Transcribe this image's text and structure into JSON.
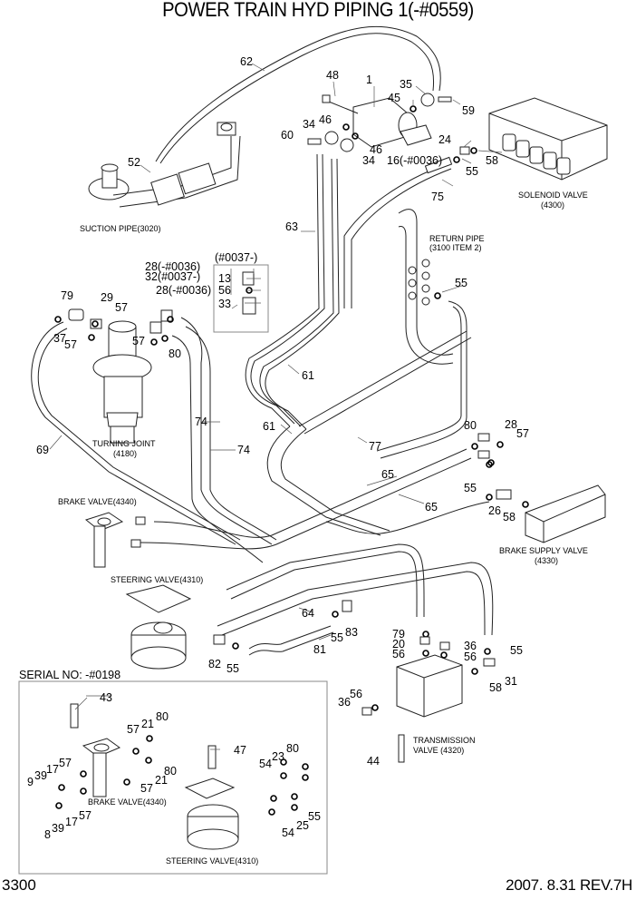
{
  "title": "POWER TRAIN HYD PIPING 1(-#0559)",
  "footer": {
    "page": "3300",
    "revision": "2007. 8.31  REV.7H"
  },
  "captions": {
    "suction_pipe": "SUCTION PIPE(3020)",
    "solenoid_valve_1": "SOLENOID VALVE",
    "solenoid_valve_2": "(4300)",
    "return_pipe_1": "RETURN PIPE",
    "return_pipe_2": "(3100 ITEM 2)",
    "turning_joint_1": "TURNING JOINT",
    "turning_joint_2": "(4180)",
    "brake_valve": "BRAKE VALVE(4340)",
    "steering_valve": "STEERING VALVE(4310)",
    "brake_supply_1": "BRAKE SUPPLY VALVE",
    "brake_supply_2": "(4330)",
    "transmission_1": "TRANSMISSION",
    "transmission_2": "VALVE (4320)",
    "serial_no": "SERIAL NO: -#0198",
    "inset_variant": "(#0037-)",
    "inset_brake_valve": "BRAKE VALVE(4340)",
    "inset_steering_valve": "STEERING VALVE(4310)"
  },
  "callouts": {
    "c1": "1",
    "c48": "48",
    "c35": "35",
    "c45": "45",
    "c59": "59",
    "c62": "62",
    "c34a": "34",
    "c46a": "46",
    "c60": "60",
    "c46b": "46",
    "c34b": "34",
    "c16": "16(-#0036)",
    "c24": "24",
    "c58a": "58",
    "c55a": "55",
    "c75": "75",
    "c52": "52",
    "c63": "63",
    "c28a": "28(-#0036)",
    "c32": "32(#0037-)",
    "c28b": "28(-#0036)",
    "c13": "13",
    "c56a": "56",
    "c33": "33",
    "c79a": "79",
    "c29": "29",
    "c57a": "57",
    "c37": "37",
    "c57b": "57",
    "c57c": "57",
    "c80a": "80",
    "c55b": "55",
    "c61a": "61",
    "c61b": "61",
    "c74a": "74",
    "c74b": "74",
    "c69": "69",
    "c77": "77",
    "c80b": "80",
    "c28c": "28",
    "c57d": "57",
    "c65a": "65",
    "c65b": "65",
    "c55c": "55",
    "c26": "26",
    "c58b": "58",
    "c64": "64",
    "c81": "81",
    "c55d": "55",
    "c83": "83",
    "c82": "82",
    "c55e": "55",
    "c79b": "79",
    "c20": "20",
    "c56b": "56",
    "c36a": "36",
    "c56c": "56",
    "c55f": "55",
    "c31": "31",
    "c58c": "58",
    "c56d": "56",
    "c36b": "36",
    "c44": "44",
    "i43": "43",
    "i57a": "57",
    "i21a": "21",
    "i80a": "80",
    "i80b": "80",
    "i21b": "21",
    "i57b": "57",
    "i9": "9",
    "i39a": "39",
    "i17a": "17",
    "i57c": "57",
    "i57d": "57",
    "i17b": "17",
    "i39b": "39",
    "i8": "8",
    "i47": "47",
    "i54a": "54",
    "i23": "23",
    "i80c": "80",
    "i55": "55",
    "i25": "25",
    "i54b": "54"
  }
}
